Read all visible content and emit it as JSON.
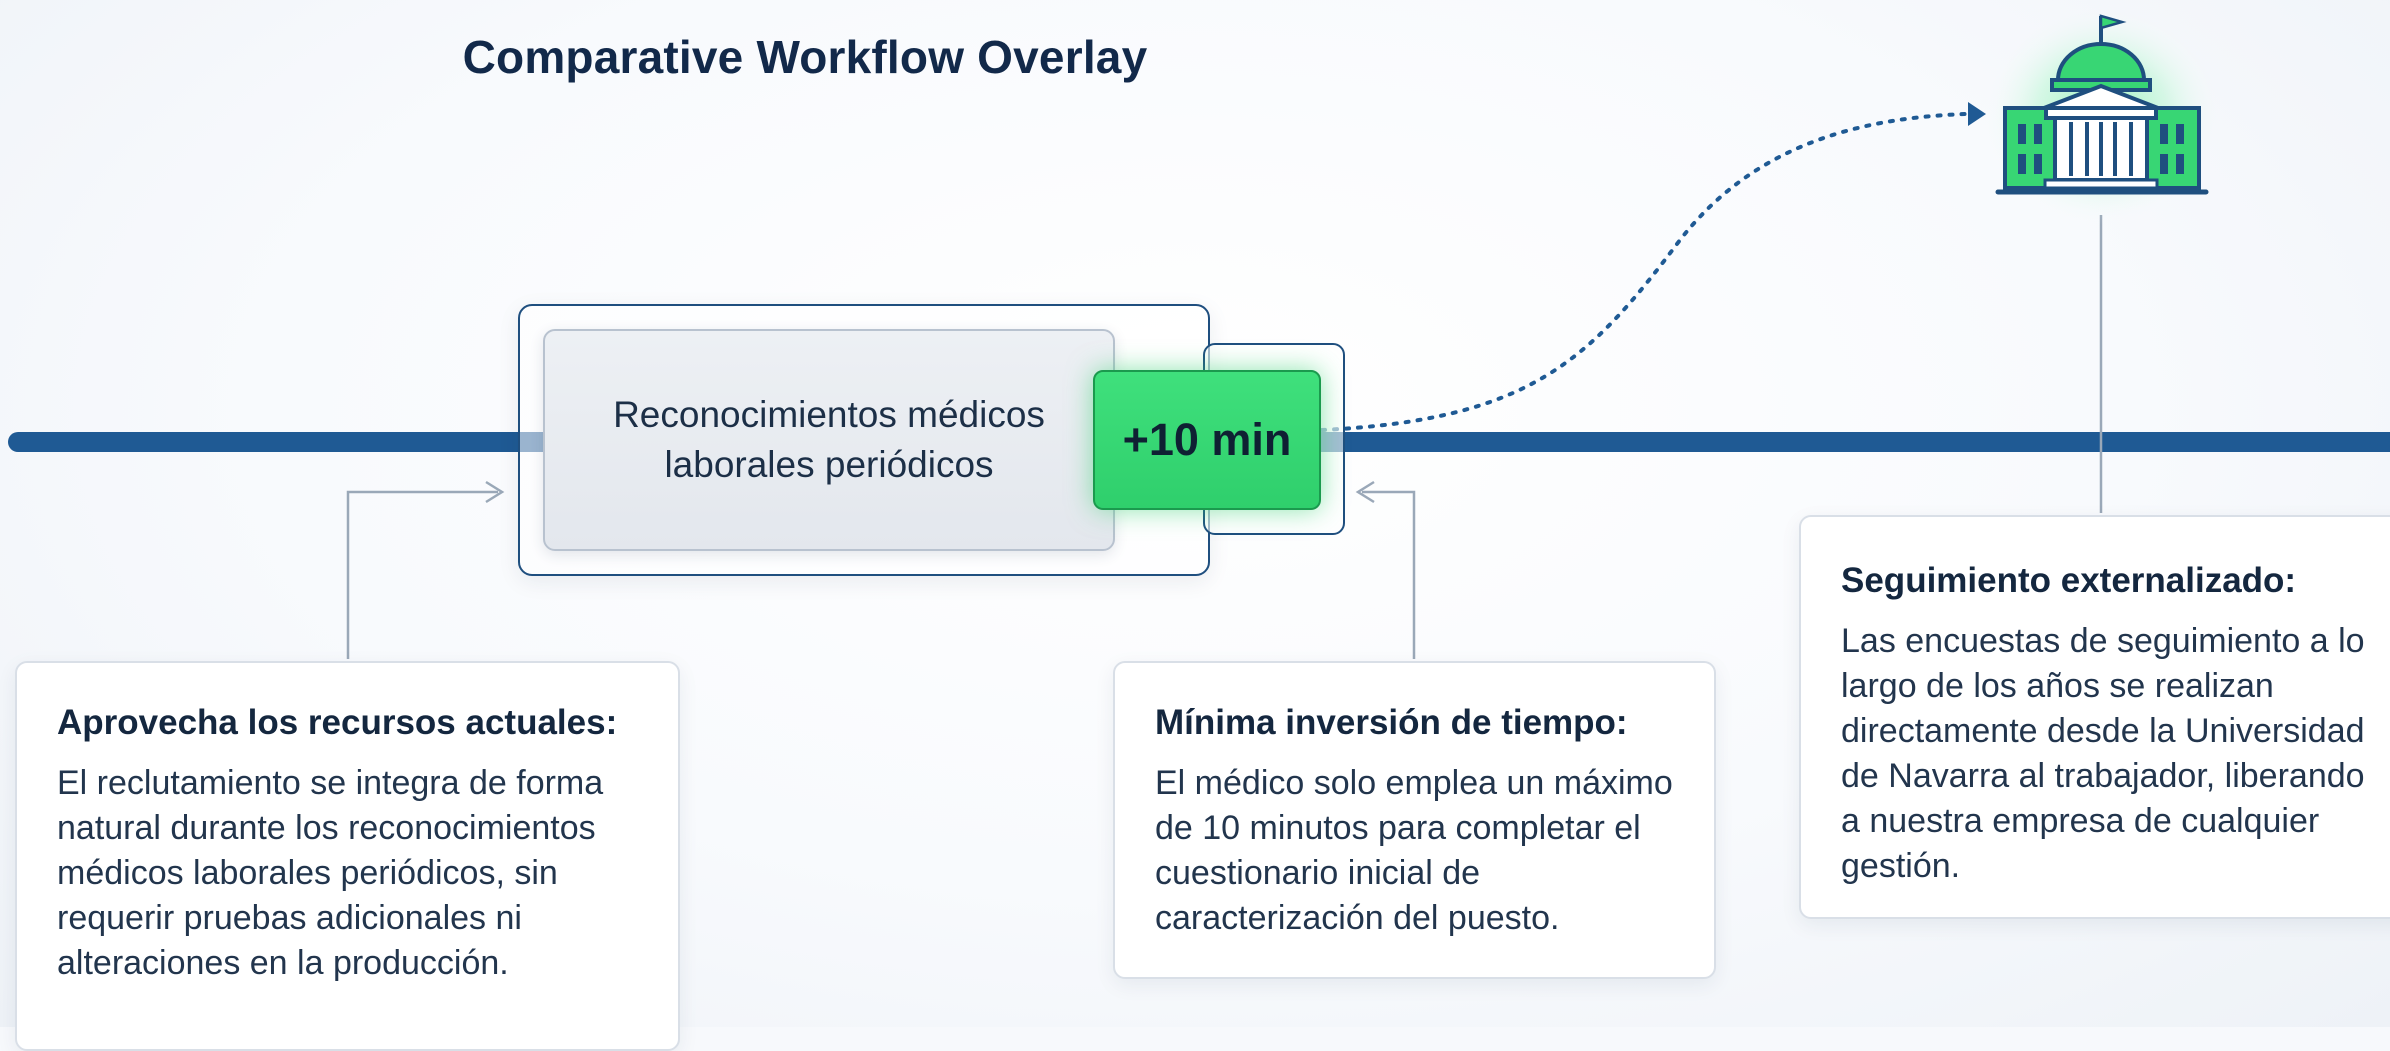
{
  "title": "Comparative Workflow Overlay",
  "colors": {
    "timeline": "#1f5a94",
    "accent_green": "#2fcf6c",
    "connector": "#9aa8b8",
    "title": "#12294a"
  },
  "process": {
    "label": "Reconocimientos médicos laborales periódicos",
    "added_time": "+10 min"
  },
  "destination": {
    "icon": "university-building-icon"
  },
  "cards": [
    {
      "heading": "Aprovecha los recursos actuales:",
      "body": "El reclutamiento se integra de forma natural durante los reconocimientos médicos laborales periódicos, sin requerir pruebas adicionales ni alteraciones en la producción."
    },
    {
      "heading": "Mínima inversión de tiempo:",
      "body": "El médico solo emplea un máximo de 10 minutos para completar el cuestionario inicial de caracterización del puesto."
    },
    {
      "heading": "Seguimiento externalizado:",
      "body": "Las encuestas de seguimiento a lo largo de los años se realizan directamente desde la Universidad de Navarra al trabajador, liberando a nuestra empresa de cualquier gestión."
    }
  ]
}
